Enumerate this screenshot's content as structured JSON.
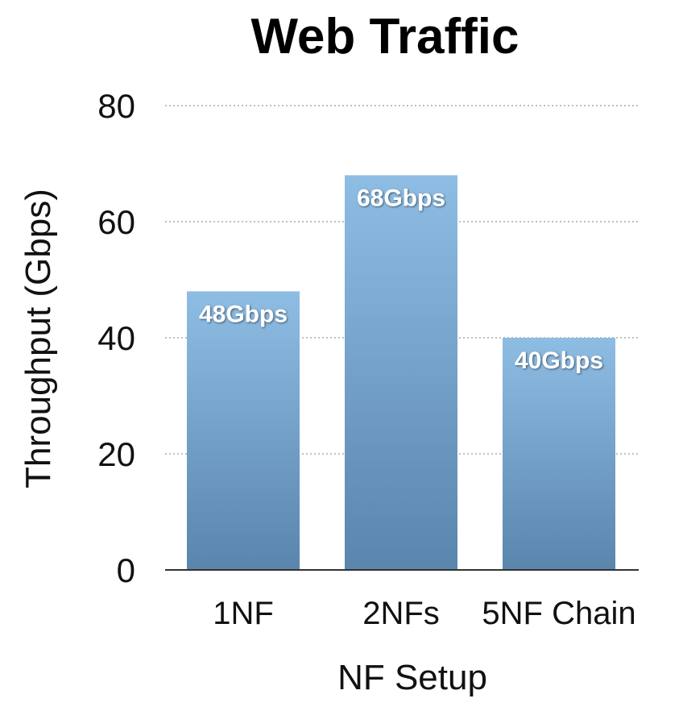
{
  "chart_data": {
    "type": "bar",
    "title": "Web Traffic",
    "xlabel": "NF Setup",
    "ylabel": "Throughput (Gbps)",
    "categories": [
      "1NF",
      "2NFs",
      "5NF Chain"
    ],
    "values": [
      48,
      68,
      40
    ],
    "data_labels": [
      "48Gbps",
      "68Gbps",
      "40Gbps"
    ],
    "ylim": [
      0,
      80
    ],
    "yticks": [
      0,
      20,
      40,
      60,
      80
    ],
    "grid": "horizontal dotted",
    "legend": "none",
    "colors": {
      "bar_top": "#8ebde4",
      "bar_bottom": "#5a85ad",
      "grid": "#aaaaaa",
      "axis": "#333333"
    }
  }
}
